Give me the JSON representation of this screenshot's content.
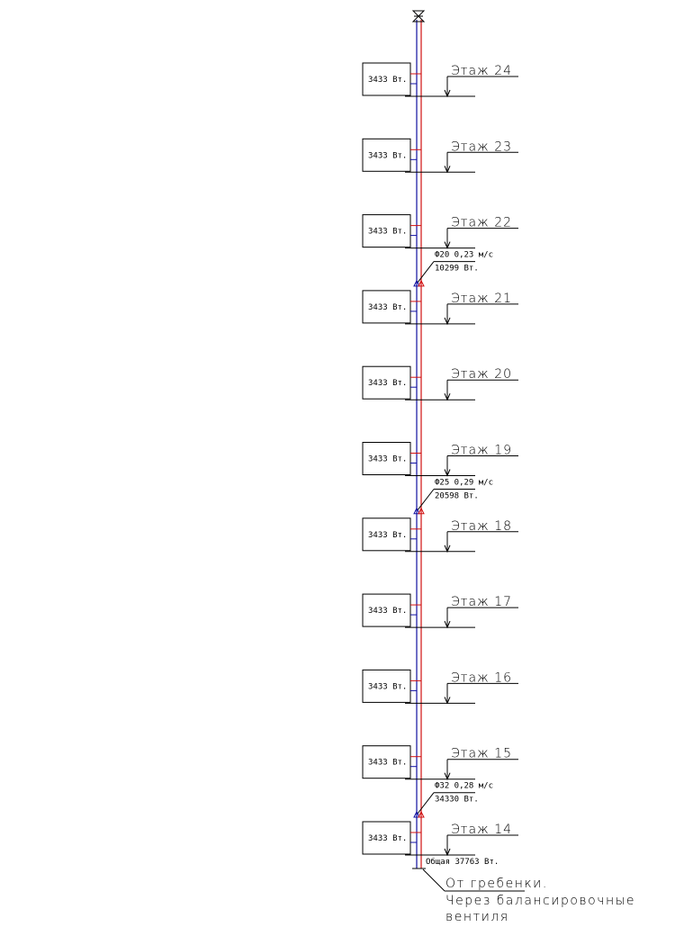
{
  "floors": [
    {
      "label": "Этаж 24",
      "power": "3433 Вт."
    },
    {
      "label": "Этаж 23",
      "power": "3433 Вт."
    },
    {
      "label": "Этаж 22",
      "power": "3433 Вт."
    },
    {
      "label": "Этаж 21",
      "power": "3433 Вт."
    },
    {
      "label": "Этаж 20",
      "power": "3433 Вт."
    },
    {
      "label": "Этаж 19",
      "power": "3433 Вт."
    },
    {
      "label": "Этаж 18",
      "power": "3433 Вт."
    },
    {
      "label": "Этаж 17",
      "power": "3433 Вт."
    },
    {
      "label": "Этаж 16",
      "power": "3433 Вт."
    },
    {
      "label": "Этаж 15",
      "power": "3433 Вт."
    },
    {
      "label": "Этаж 14",
      "power": "3433 Вт."
    }
  ],
  "sections": [
    {
      "after_floor_index": 2,
      "pipe": "Ф20 0,23 м/с",
      "load": "10299 Вт."
    },
    {
      "after_floor_index": 5,
      "pipe": "Ф25 0,29 м/с",
      "load": "20598 Вт."
    },
    {
      "after_floor_index": 9,
      "pipe": "Ф32 0,28 м/с",
      "load": "34330 Вт."
    }
  ],
  "total": "Общая 37763 Вт.",
  "source_note": [
    "От гребенки.",
    "Через балансировочные",
    "вентиля"
  ],
  "colors": {
    "supply": "#d01010",
    "return": "#1010a0",
    "line": "#000000"
  }
}
